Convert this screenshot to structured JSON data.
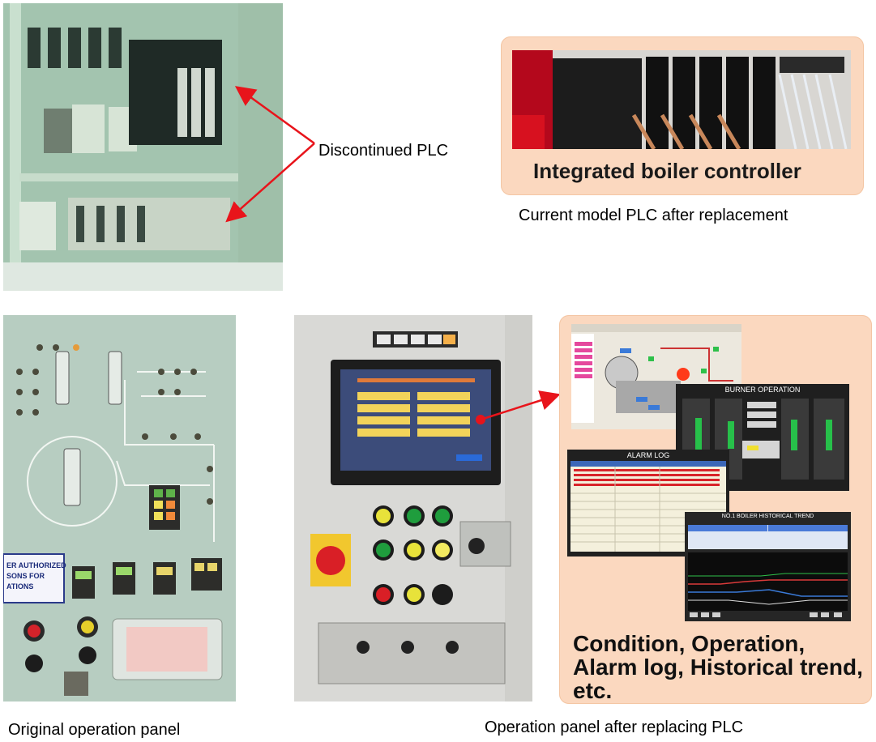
{
  "labels": {
    "discontinued_plc": "Discontinued PLC",
    "integrated_controller": "Integrated boiler controller",
    "current_plc_caption": "Current model PLC after replacement",
    "original_panel_caption": "Original operation panel",
    "replaced_panel_caption": "Operation panel after replacing PLC",
    "features_line1": "Condition, Operation,",
    "features_line2": "Alarm log, Historical trend,",
    "features_line3": "etc."
  },
  "screens": {
    "burner_operation": "BURNER OPERATION",
    "alarm_log": "ALARM LOG",
    "historical_trend": "NO.1 BOILER HISTORICAL TREND"
  },
  "colors": {
    "callout": "#fbd8bf",
    "arrow": "#e8141b",
    "panel_green": "#a9c3b6"
  }
}
